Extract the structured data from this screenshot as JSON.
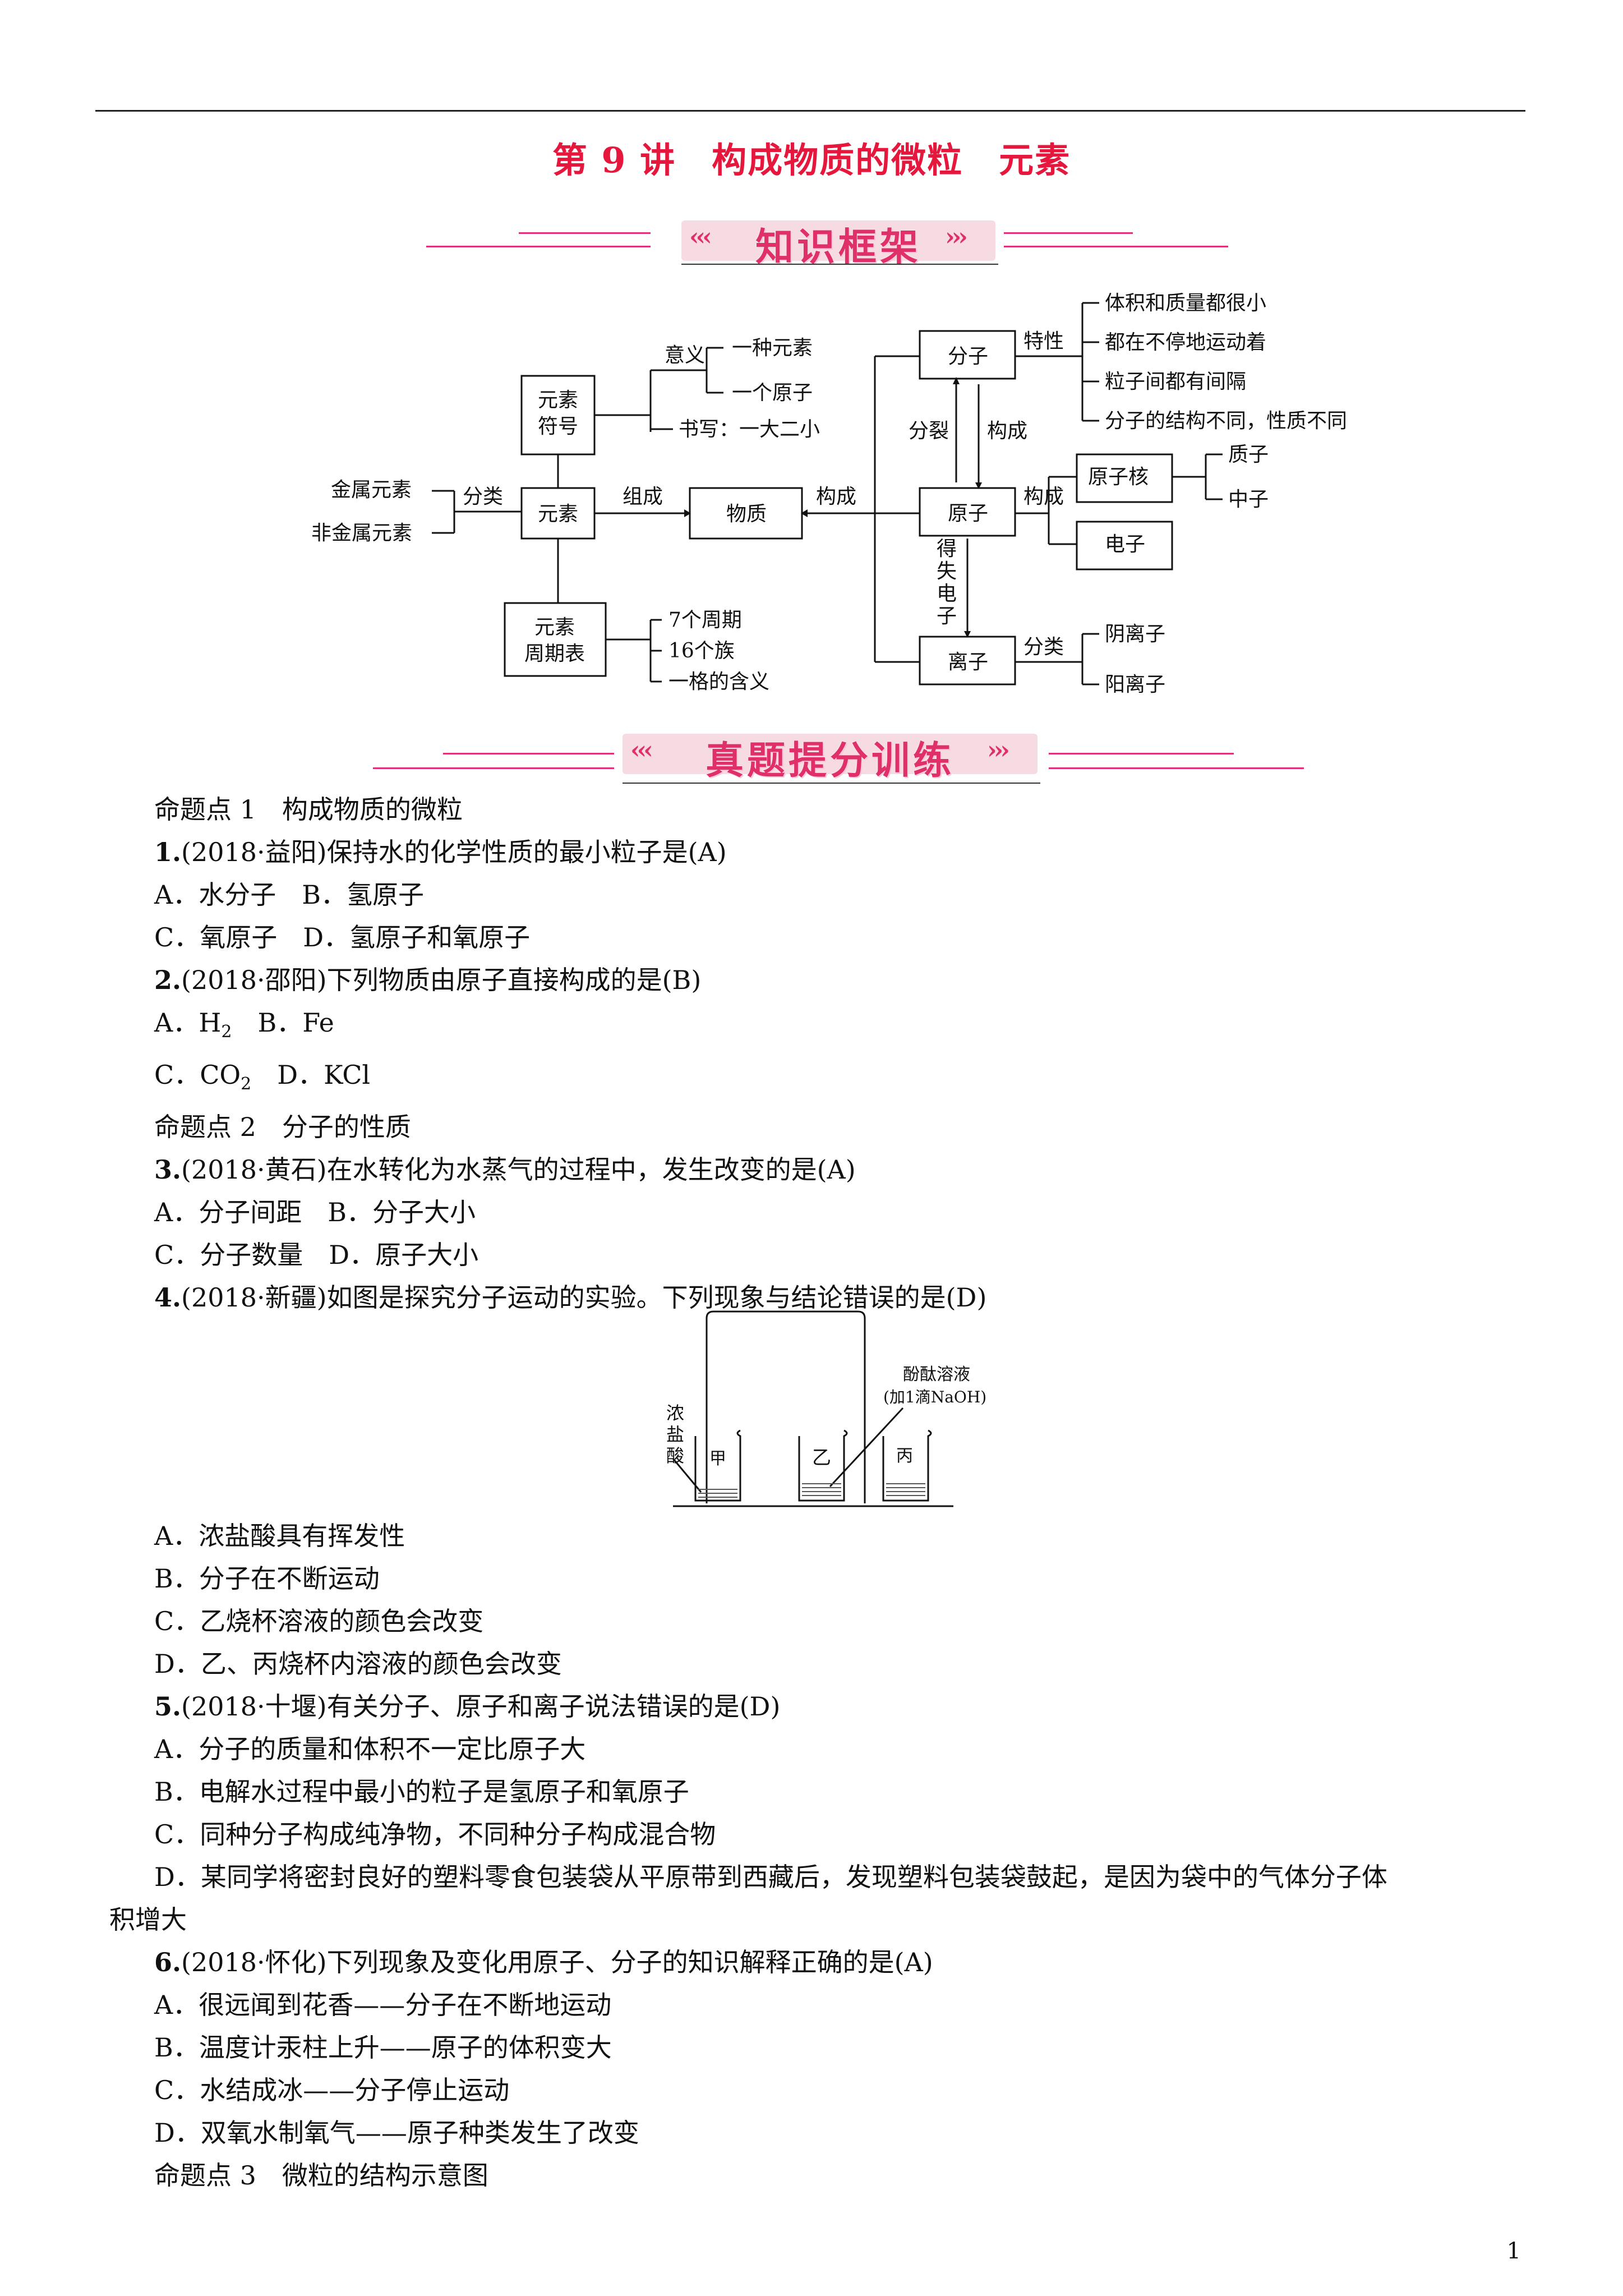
{
  "title": "第 9 讲　构成物质的微粒　元素",
  "banner1": "知识框架",
  "banner2": "真题提分训练",
  "diagram": {
    "left_nodes": {
      "metal": "金属元素",
      "nonmetal": "非金属元素",
      "classify": "分类",
      "symbol_box": [
        "元素",
        "符号"
      ],
      "meaning": "意义",
      "meaning_1": "一种元素",
      "meaning_2": "一个原子",
      "writing": "书写：一大二小",
      "element": "元素",
      "compose": "组成",
      "matter": "物质",
      "construct": "构成",
      "table_box": [
        "元素",
        "周期表"
      ],
      "table_1": "7个周期",
      "table_2": "16个族",
      "table_3": "一格的含义"
    },
    "right_nodes": {
      "molecule": "分子",
      "property": "特性",
      "prop_1": "体积和质量都很小",
      "prop_2": "都在不停地运动着",
      "prop_3": "粒子间都有间隔",
      "prop_4": "分子的结构不同，性质不同",
      "split": "分裂",
      "construct2": "构成",
      "atom": "原子",
      "construct3": "构成",
      "nucleus": "原子核",
      "proton": "质子",
      "neutron": "中子",
      "electron": "电子",
      "gain_lose": [
        "得",
        "失",
        "电",
        "子"
      ],
      "ion": "离子",
      "classify2": "分类",
      "anion": "阴离子",
      "cation": "阳离子"
    }
  },
  "lines": [
    {
      "text": "命题点 1　构成物质的微粒",
      "type": "heading"
    },
    {
      "num": "1.",
      "text": "(2018·益阳)保持水的化学性质的最小粒子是(A)"
    },
    {
      "text": "A．水分子　B．氢原子"
    },
    {
      "text": "C．氧原子　D．氢原子和氧原子"
    },
    {
      "num": "2.",
      "text": "(2018·邵阳)下列物质由原子直接构成的是(B)"
    },
    {
      "text": "A．H",
      "sub": "2",
      "tail": "　B．Fe"
    },
    {
      "text": "C．CO",
      "sub": "2",
      "tail": "　D．KCl"
    },
    {
      "text": "命题点 2　分子的性质",
      "type": "heading"
    },
    {
      "num": "3.",
      "text": "(2018·黄石)在水转化为水蒸气的过程中，发生改变的是(A)"
    },
    {
      "text": "A．分子间距　B．分子大小"
    },
    {
      "text": "C．分子数量　D．原子大小"
    },
    {
      "num": "4.",
      "text": "(2018·新疆)如图是探究分子运动的实验。下列现象与结论错误的是(D)"
    }
  ],
  "figure": {
    "acid_label": [
      "浓",
      "盐",
      "酸"
    ],
    "beaker_a": "甲",
    "beaker_b": "乙",
    "beaker_c": "丙",
    "reagent": "酚酞溶液",
    "reagent_note": "(加1滴NaOH)"
  },
  "lines2": [
    {
      "text": "A．浓盐酸具有挥发性"
    },
    {
      "text": "B．分子在不断运动"
    },
    {
      "text": "C．乙烧杯溶液的颜色会改变"
    },
    {
      "text": "D．乙、丙烧杯内溶液的颜色会改变"
    },
    {
      "num": "5.",
      "text": "(2018·十堰)有关分子、原子和离子说法错误的是(D)"
    },
    {
      "text": "A．分子的质量和体积不一定比原子大"
    },
    {
      "text": "B．电解水过程中最小的粒子是氢原子和氧原子"
    },
    {
      "text": "C．同种分子构成纯净物，不同种分子构成混合物"
    },
    {
      "text": "D．某同学将密封良好的塑料零食包装袋从平原带到西藏后，发现塑料包装袋鼓起，是因为袋中的气体分子体"
    },
    {
      "text": "积增大",
      "flush": true
    },
    {
      "num": "6.",
      "text": "(2018·怀化)下列现象及变化用原子、分子的知识解释正确的是(A)"
    },
    {
      "text": "A．很远闻到花香——分子在不断地运动"
    },
    {
      "text": "B．温度计汞柱上升——原子的体积变大"
    },
    {
      "text": "C．水结成冰——分子停止运动"
    },
    {
      "text": "D．双氧水制氧气——原子种类发生了改变"
    },
    {
      "text": "命题点 3　微粒的结构示意图",
      "type": "heading"
    }
  ],
  "page_number": "1"
}
